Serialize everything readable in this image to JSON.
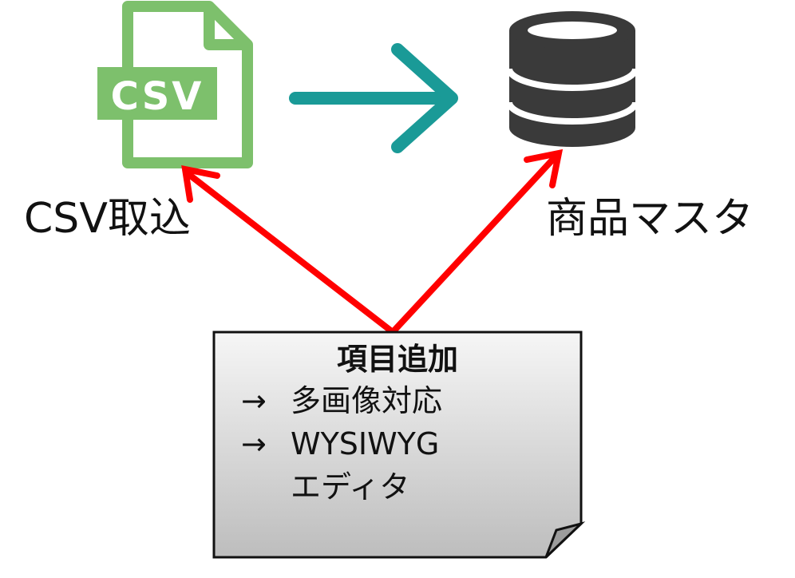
{
  "csv_icon": {
    "label": "CSV",
    "color": "#7dc06c"
  },
  "db_icon": {
    "color": "#3a3a3a"
  },
  "flow_arrow": {
    "color": "#1a9a97"
  },
  "pointer_arrows": {
    "color": "#ff0000"
  },
  "labels": {
    "csv": "CSV取込",
    "database": "商品マスタ"
  },
  "note": {
    "title": "項目追加",
    "arrow": "→",
    "item_1": "多画像対応",
    "item_2": "WYSIWYG",
    "item_2_cont": "エディタ"
  }
}
